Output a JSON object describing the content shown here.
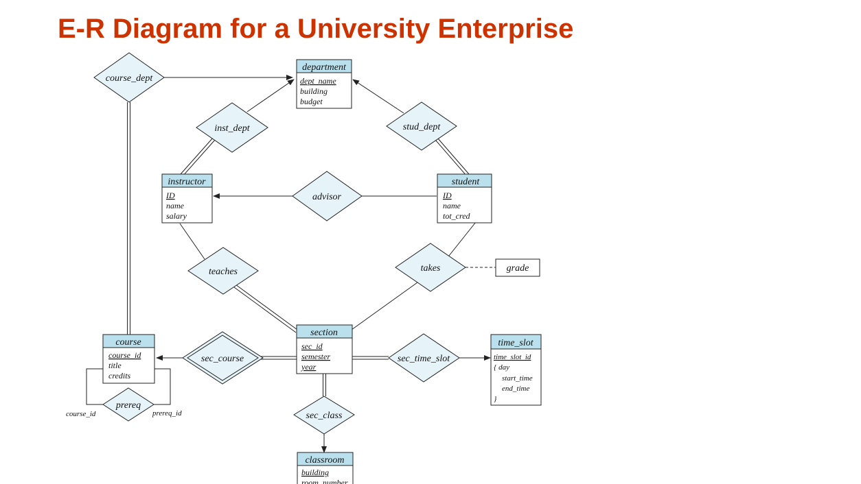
{
  "title": "E-R Diagram for a University Enterprise",
  "colors": {
    "title": "#cc3300",
    "entity_header": "#b9e0ec",
    "relationship_fill": "#e6f3f8",
    "line": "#222222"
  },
  "entities": {
    "department": {
      "name": "department",
      "attributes": [
        "dept_name",
        "building",
        "budget"
      ]
    },
    "instructor": {
      "name": "instructor",
      "attributes": [
        "ID",
        "name",
        "salary"
      ]
    },
    "student": {
      "name": "student",
      "attributes": [
        "ID",
        "name",
        "tot_cred"
      ]
    },
    "section": {
      "name": "section",
      "attributes": [
        "sec_id",
        "semester",
        "year"
      ]
    },
    "course": {
      "name": "course",
      "attributes": [
        "course_id",
        "title",
        "credits"
      ]
    },
    "time_slot": {
      "name": "time_slot",
      "attributes": [
        "time_slot_id",
        "{ day",
        "start_time",
        "end_time",
        "}"
      ]
    },
    "classroom": {
      "name": "classroom",
      "attributes": [
        "building",
        "room_number"
      ]
    }
  },
  "relationships": {
    "course_dept": "course_dept",
    "inst_dept": "inst_dept",
    "stud_dept": "stud_dept",
    "advisor": "advisor",
    "teaches": "teaches",
    "takes": "takes",
    "sec_course": "sec_course",
    "sec_time_slot": "sec_time_slot",
    "sec_class": "sec_class",
    "prereq": "prereq"
  },
  "attribute_boxes": {
    "grade": "grade"
  },
  "role_labels": {
    "prereq_left": "course_id",
    "prereq_right": "prereq_id"
  }
}
